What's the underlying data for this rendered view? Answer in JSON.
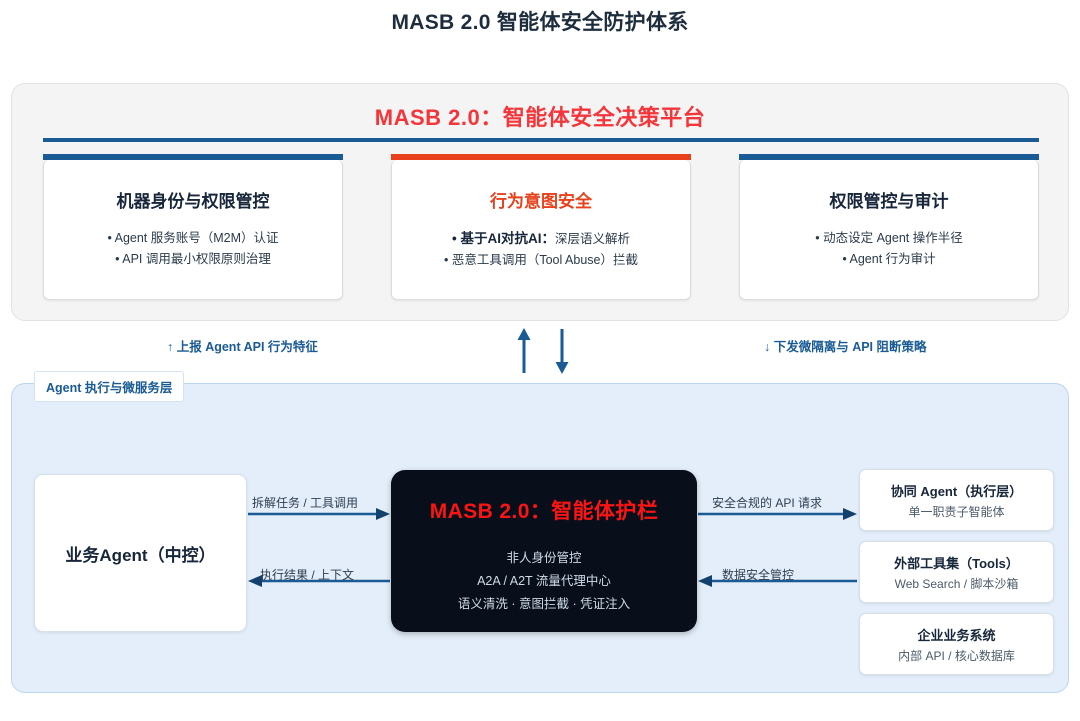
{
  "page_title": "MASB 2.0 智能体安全防护体系",
  "platform": {
    "title": "MASB 2.0：智能体安全决策平台",
    "accent_blue": "#1a5b95",
    "accent_red": "#e8401b",
    "title_color": "#f4353a",
    "cards": [
      {
        "title": "机器身份与权限管控",
        "accent": "#1a5b95",
        "bullets": [
          "• Agent 服务账号（M2M）认证",
          "• API 调用最小权限原则治理"
        ]
      },
      {
        "title": "行为意图安全",
        "accent": "#e8401b",
        "bullets_rich": {
          "line1_strong": "• 基于AI对抗AI：",
          "line1_rest": "深层语义解析",
          "line2": "• 恶意工具调用（Tool Abuse）拦截"
        }
      },
      {
        "title": "权限管控与审计",
        "accent": "#1a5b95",
        "bullets": [
          "• 动态设定 Agent 操作半径",
          "• Agent 行为审计"
        ]
      }
    ]
  },
  "connectors": {
    "left_label": "↑ 上报 Agent API 行为特征",
    "right_label": "↓ 下发微隔离与 API 阻断策略",
    "middle_up_icon": "arrow-up-icon",
    "middle_down_icon": "arrow-down-icon",
    "color": "#1a5b95"
  },
  "exec_layer": {
    "tag": "Agent 执行与微服务层",
    "business_agent": "业务Agent（中控）",
    "guardrail": {
      "title": "MASB 2.0：智能体护栏",
      "title_color": "#fc1414",
      "background": "#080f1a",
      "lines": [
        "非人身份管控",
        "A2A / A2T 流量代理中心",
        "语义清洗 · 意图拦截 · 凭证注入"
      ]
    },
    "flows": [
      {
        "label": "拆解任务 / 工具调用",
        "direction": "right"
      },
      {
        "label": "执行结果 / 上下文",
        "direction": "left"
      },
      {
        "label": "安全合规的 API 请求",
        "direction": "right"
      },
      {
        "label": "数据安全管控",
        "direction": "left"
      }
    ],
    "right_boxes": [
      {
        "title": "协同 Agent（执行层）",
        "subtitle": "单一职责子智能体"
      },
      {
        "title": "外部工具集（Tools）",
        "subtitle": "Web Search / 脚本沙箱"
      },
      {
        "title": "企业业务系统",
        "subtitle": "内部 API / 核心数据库"
      }
    ]
  }
}
